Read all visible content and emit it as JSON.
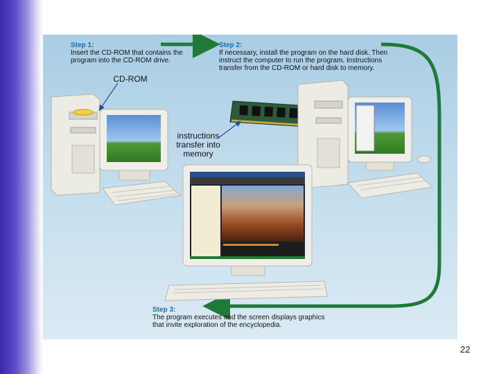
{
  "slide": {
    "page_number": "22"
  },
  "figure": {
    "step1": {
      "title": "Step 1:",
      "text": "Insert the CD-ROM that contains the program into the CD-ROM drive."
    },
    "step2": {
      "title": "Step 2:",
      "text": "If necessary, install the program on the hard disk. Then instruct the computer to run the program. Instructions transfer from the CD-ROM or hard disk to memory."
    },
    "step3": {
      "title": "Step 3:",
      "text": "The program executes and the screen displays graphics that invite exploration of the encyclopedia."
    },
    "cdrom_label": "CD-ROM",
    "memory_label": "instructions transfer into memory"
  },
  "colors": {
    "arrow": "#1f7a3a",
    "step_title": "#1b6fb0",
    "accent_bar": "#3a2aa8"
  }
}
